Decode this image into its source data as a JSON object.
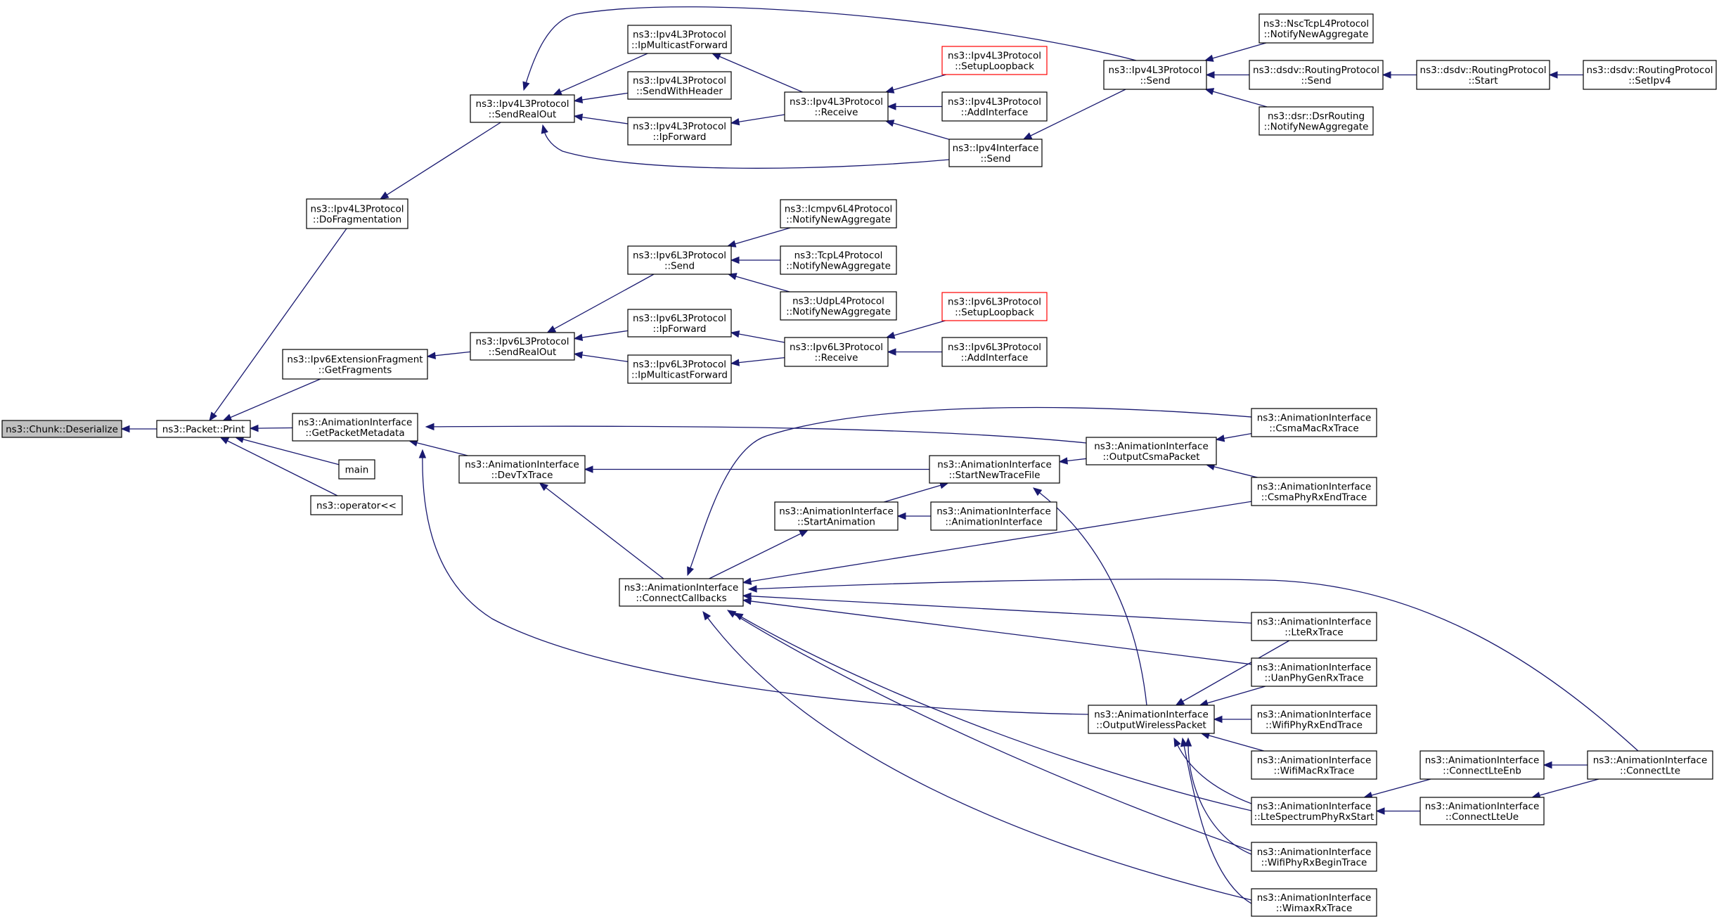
{
  "colors": {
    "edge": "#191970",
    "node_border": "#000000",
    "root_fill": "#bfbfbf",
    "truncated_border": "#ff0000"
  },
  "nodes": [
    {
      "id": "chunk_deserialize",
      "lines": [
        "ns3::Chunk::Deserialize"
      ]
    },
    {
      "id": "packet_print",
      "lines": [
        "ns3::Packet::Print"
      ]
    },
    {
      "id": "ipv4l3_dofrag",
      "lines": [
        "ns3::Ipv4L3Protocol",
        "::DoFragmentation"
      ]
    },
    {
      "id": "ipv4l3_sendrealout",
      "lines": [
        "ns3::Ipv4L3Protocol",
        "::SendRealOut"
      ]
    },
    {
      "id": "ipv4l3_ipmcastfwd",
      "lines": [
        "ns3::Ipv4L3Protocol",
        "::IpMulticastForward"
      ]
    },
    {
      "id": "ipv4l3_sendwithheader",
      "lines": [
        "ns3::Ipv4L3Protocol",
        "::SendWithHeader"
      ]
    },
    {
      "id": "ipv4l3_ipforward",
      "lines": [
        "ns3::Ipv4L3Protocol",
        "::IpForward"
      ]
    },
    {
      "id": "ipv4l3_receive",
      "lines": [
        "ns3::Ipv4L3Protocol",
        "::Receive"
      ]
    },
    {
      "id": "ipv4l3_setuploopback",
      "lines": [
        "ns3::Ipv4L3Protocol",
        "::SetupLoopback"
      ]
    },
    {
      "id": "ipv4l3_addinterface",
      "lines": [
        "ns3::Ipv4L3Protocol",
        "::AddInterface"
      ]
    },
    {
      "id": "ipv4iface_send",
      "lines": [
        "ns3::Ipv4Interface",
        "::Send"
      ]
    },
    {
      "id": "ipv4l3_send",
      "lines": [
        "ns3::Ipv4L3Protocol",
        "::Send"
      ]
    },
    {
      "id": "nsctcp_notify",
      "lines": [
        "ns3::NscTcpL4Protocol",
        "::NotifyNewAggregate"
      ]
    },
    {
      "id": "dsdv_send",
      "lines": [
        "ns3::dsdv::RoutingProtocol",
        "::Send"
      ]
    },
    {
      "id": "dsdv_start",
      "lines": [
        "ns3::dsdv::RoutingProtocol",
        "::Start"
      ]
    },
    {
      "id": "dsdv_setipv4",
      "lines": [
        "ns3::dsdv::RoutingProtocol",
        "::SetIpv4"
      ]
    },
    {
      "id": "dsr_notify",
      "lines": [
        "ns3::dsr::DsrRouting",
        "::NotifyNewAggregate"
      ]
    },
    {
      "id": "ipv6extfrag_getfragments",
      "lines": [
        "ns3::Ipv6ExtensionFragment",
        "::GetFragments"
      ]
    },
    {
      "id": "ipv6l3_sendrealout",
      "lines": [
        "ns3::Ipv6L3Protocol",
        "::SendRealOut"
      ]
    },
    {
      "id": "ipv6l3_send",
      "lines": [
        "ns3::Ipv6L3Protocol",
        "::Send"
      ]
    },
    {
      "id": "icmpv6_notify",
      "lines": [
        "ns3::Icmpv6L4Protocol",
        "::NotifyNewAggregate"
      ]
    },
    {
      "id": "tcpl4_notify",
      "lines": [
        "ns3::TcpL4Protocol",
        "::NotifyNewAggregate"
      ]
    },
    {
      "id": "udpl4_notify",
      "lines": [
        "ns3::UdpL4Protocol",
        "::NotifyNewAggregate"
      ]
    },
    {
      "id": "ipv6l3_ipforward",
      "lines": [
        "ns3::Ipv6L3Protocol",
        "::IpForward"
      ]
    },
    {
      "id": "ipv6l3_ipmcastfwd",
      "lines": [
        "ns3::Ipv6L3Protocol",
        "::IpMulticastForward"
      ]
    },
    {
      "id": "ipv6l3_receive",
      "lines": [
        "ns3::Ipv6L3Protocol",
        "::Receive"
      ]
    },
    {
      "id": "ipv6l3_setuploopback",
      "lines": [
        "ns3::Ipv6L3Protocol",
        "::SetupLoopback"
      ]
    },
    {
      "id": "ipv6l3_addinterface",
      "lines": [
        "ns3::Ipv6L3Protocol",
        "::AddInterface"
      ]
    },
    {
      "id": "anim_getpacketmetadata",
      "lines": [
        "ns3::AnimationInterface",
        "::GetPacketMetadata"
      ]
    },
    {
      "id": "main",
      "lines": [
        "main"
      ]
    },
    {
      "id": "operator_ll",
      "lines": [
        "ns3::operator<<"
      ]
    },
    {
      "id": "anim_devtxtrace",
      "lines": [
        "ns3::AnimationInterface",
        "::DevTxTrace"
      ]
    },
    {
      "id": "anim_startnewtracefile",
      "lines": [
        "ns3::AnimationInterface",
        "::StartNewTraceFile"
      ]
    },
    {
      "id": "anim_startanimation",
      "lines": [
        "ns3::AnimationInterface",
        "::StartAnimation"
      ]
    },
    {
      "id": "anim_ctor",
      "lines": [
        "ns3::AnimationInterface",
        "::AnimationInterface"
      ]
    },
    {
      "id": "anim_outputcsmapacket",
      "lines": [
        "ns3::AnimationInterface",
        "::OutputCsmaPacket"
      ]
    },
    {
      "id": "anim_csmamacrxtrace",
      "lines": [
        "ns3::AnimationInterface",
        "::CsmaMacRxTrace"
      ]
    },
    {
      "id": "anim_csmaphyrxendtrace",
      "lines": [
        "ns3::AnimationInterface",
        "::CsmaPhyRxEndTrace"
      ]
    },
    {
      "id": "anim_connectcallbacks",
      "lines": [
        "ns3::AnimationInterface",
        "::ConnectCallbacks"
      ]
    },
    {
      "id": "anim_outputwirelesspacket",
      "lines": [
        "ns3::AnimationInterface",
        "::OutputWirelessPacket"
      ]
    },
    {
      "id": "anim_lterxtrace",
      "lines": [
        "ns3::AnimationInterface",
        "::LteRxTrace"
      ]
    },
    {
      "id": "anim_uanphygenrxtrace",
      "lines": [
        "ns3::AnimationInterface",
        "::UanPhyGenRxTrace"
      ]
    },
    {
      "id": "anim_wifiphyrxendtrace",
      "lines": [
        "ns3::AnimationInterface",
        "::WifiPhyRxEndTrace"
      ]
    },
    {
      "id": "anim_wifimacrxtrace",
      "lines": [
        "ns3::AnimationInterface",
        "::WifiMacRxTrace"
      ]
    },
    {
      "id": "anim_ltespectrumphyrxstart",
      "lines": [
        "ns3::AnimationInterface",
        "::LteSpectrumPhyRxStart"
      ]
    },
    {
      "id": "anim_wifiphyrxbegintrace",
      "lines": [
        "ns3::AnimationInterface",
        "::WifiPhyRxBeginTrace"
      ]
    },
    {
      "id": "anim_wimaxrxtrace",
      "lines": [
        "ns3::AnimationInterface",
        "::WimaxRxTrace"
      ]
    },
    {
      "id": "anim_connectlteenb",
      "lines": [
        "ns3::AnimationInterface",
        "::ConnectLteEnb"
      ]
    },
    {
      "id": "anim_connectlteue",
      "lines": [
        "ns3::AnimationInterface",
        "::ConnectLteUe"
      ]
    },
    {
      "id": "anim_connectlte",
      "lines": [
        "ns3::AnimationInterface",
        "::ConnectLte"
      ]
    }
  ],
  "edges": [
    [
      "packet_print",
      "chunk_deserialize"
    ],
    [
      "ipv4l3_dofrag",
      "packet_print"
    ],
    [
      "ipv6extfrag_getfragments",
      "packet_print"
    ],
    [
      "anim_getpacketmetadata",
      "packet_print"
    ],
    [
      "main",
      "packet_print"
    ],
    [
      "operator_ll",
      "packet_print"
    ],
    [
      "ipv4l3_sendrealout",
      "ipv4l3_dofrag"
    ],
    [
      "ipv4l3_ipmcastfwd",
      "ipv4l3_sendrealout"
    ],
    [
      "ipv4l3_sendwithheader",
      "ipv4l3_sendrealout"
    ],
    [
      "ipv4l3_ipforward",
      "ipv4l3_sendrealout"
    ],
    [
      "ipv4l3_send",
      "ipv4l3_sendrealout"
    ],
    [
      "ipv4iface_send",
      "ipv4l3_sendrealout"
    ],
    [
      "ipv4l3_receive",
      "ipv4l3_ipmcastfwd"
    ],
    [
      "ipv4l3_receive",
      "ipv4l3_ipforward"
    ],
    [
      "ipv4l3_setuploopback",
      "ipv4l3_receive"
    ],
    [
      "ipv4l3_addinterface",
      "ipv4l3_receive"
    ],
    [
      "ipv4iface_send",
      "ipv4l3_receive"
    ],
    [
      "ipv4l3_send",
      "ipv4iface_send"
    ],
    [
      "nsctcp_notify",
      "ipv4l3_send"
    ],
    [
      "dsdv_send",
      "ipv4l3_send"
    ],
    [
      "dsr_notify",
      "ipv4l3_send"
    ],
    [
      "dsdv_start",
      "dsdv_send"
    ],
    [
      "dsdv_setipv4",
      "dsdv_start"
    ],
    [
      "ipv6l3_sendrealout",
      "ipv6extfrag_getfragments"
    ],
    [
      "ipv6l3_send",
      "ipv6l3_sendrealout"
    ],
    [
      "ipv6l3_ipforward",
      "ipv6l3_sendrealout"
    ],
    [
      "ipv6l3_ipmcastfwd",
      "ipv6l3_sendrealout"
    ],
    [
      "icmpv6_notify",
      "ipv6l3_send"
    ],
    [
      "tcpl4_notify",
      "ipv6l3_send"
    ],
    [
      "udpl4_notify",
      "ipv6l3_send"
    ],
    [
      "ipv6l3_receive",
      "ipv6l3_ipforward"
    ],
    [
      "ipv6l3_receive",
      "ipv6l3_ipmcastfwd"
    ],
    [
      "ipv6l3_setuploopback",
      "ipv6l3_receive"
    ],
    [
      "ipv6l3_addinterface",
      "ipv6l3_receive"
    ],
    [
      "anim_devtxtrace",
      "anim_getpacketmetadata"
    ],
    [
      "anim_outputcsmapacket",
      "anim_getpacketmetadata"
    ],
    [
      "anim_outputwirelesspacket",
      "anim_getpacketmetadata"
    ],
    [
      "anim_startnewtracefile",
      "anim_devtxtrace"
    ],
    [
      "anim_connectcallbacks",
      "anim_devtxtrace"
    ],
    [
      "anim_startanimation",
      "anim_startnewtracefile"
    ],
    [
      "anim_outputcsmapacket",
      "anim_startnewtracefile"
    ],
    [
      "anim_outputwirelesspacket",
      "anim_startnewtracefile"
    ],
    [
      "anim_ctor",
      "anim_startanimation"
    ],
    [
      "anim_connectcallbacks",
      "anim_startanimation"
    ],
    [
      "anim_csmamacrxtrace",
      "anim_outputcsmapacket"
    ],
    [
      "anim_csmaphyrxendtrace",
      "anim_outputcsmapacket"
    ],
    [
      "anim_csmamacrxtrace",
      "anim_connectcallbacks"
    ],
    [
      "anim_csmaphyrxendtrace",
      "anim_connectcallbacks"
    ],
    [
      "anim_lterxtrace",
      "anim_connectcallbacks"
    ],
    [
      "anim_uanphygenrxtrace",
      "anim_connectcallbacks"
    ],
    [
      "anim_ltespectrumphyrxstart",
      "anim_connectcallbacks"
    ],
    [
      "anim_wifiphyrxbegintrace",
      "anim_connectcallbacks"
    ],
    [
      "anim_wimaxrxtrace",
      "anim_connectcallbacks"
    ],
    [
      "anim_connectlte",
      "anim_connectcallbacks"
    ],
    [
      "anim_lterxtrace",
      "anim_outputwirelesspacket"
    ],
    [
      "anim_uanphygenrxtrace",
      "anim_outputwirelesspacket"
    ],
    [
      "anim_wifiphyrxendtrace",
      "anim_outputwirelesspacket"
    ],
    [
      "anim_wifimacrxtrace",
      "anim_outputwirelesspacket"
    ],
    [
      "anim_ltespectrumphyrxstart",
      "anim_outputwirelesspacket"
    ],
    [
      "anim_wifiphyrxbegintrace",
      "anim_outputwirelesspacket"
    ],
    [
      "anim_wimaxrxtrace",
      "anim_outputwirelesspacket"
    ],
    [
      "anim_connectlteenb",
      "anim_ltespectrumphyrxstart"
    ],
    [
      "anim_connectlteue",
      "anim_ltespectrumphyrxstart"
    ],
    [
      "anim_connectlte",
      "anim_connectlteenb"
    ],
    [
      "anim_connectlte",
      "anim_connectlteue"
    ]
  ]
}
